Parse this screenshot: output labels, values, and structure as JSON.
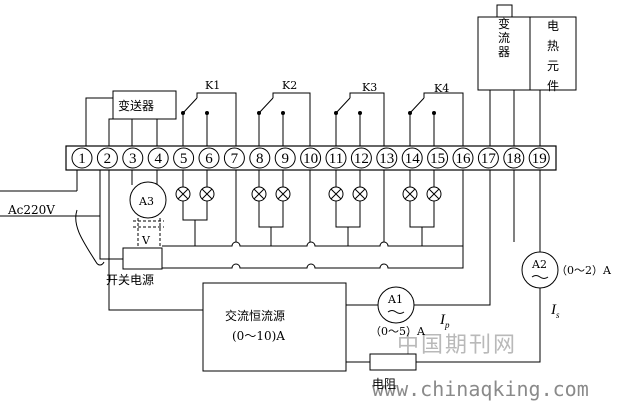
{
  "terminals": [
    "1",
    "2",
    "3",
    "4",
    "5",
    "6",
    "7",
    "8",
    "9",
    "10",
    "11",
    "12",
    "13",
    "14",
    "15",
    "16",
    "17",
    "18",
    "19"
  ],
  "labels": {
    "transmitter": "变送器",
    "converter": "变流器",
    "heater": "电热元件",
    "switching_ps": "开关电源",
    "cc_source_line1": "交流恒流源",
    "cc_source_line2": "(0～10)A",
    "resistor": "电阻",
    "ac_input": "Ac220V",
    "a1": "A1",
    "a1_range": "（0～5）A",
    "a2": "A2",
    "a2_range": "（0～2）A",
    "a3": "A3",
    "v": "V",
    "ip": "I",
    "ip_sub": "p",
    "is": "I",
    "is_sub": "s",
    "k1": "K1",
    "k2": "K2",
    "k3": "K3",
    "k4": "K4"
  },
  "watermark": {
    "cn": "中国期刊网",
    "url": "www.chinaqking.com"
  }
}
